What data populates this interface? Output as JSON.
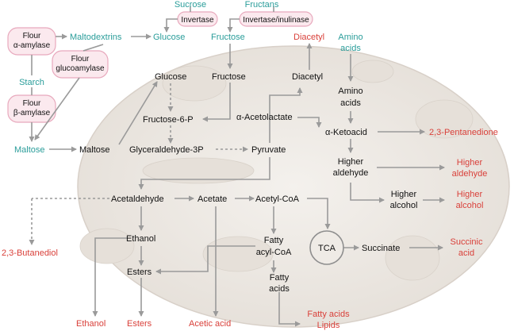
{
  "external": {
    "sucrose": "Sucrose",
    "fructans": "Fructans",
    "maltodextrins": "Maltodextrins",
    "glucose_out": "Glucose",
    "fructose_out": "Fructose",
    "starch": "Starch",
    "maltose_out": "Maltose",
    "amino_acids_out": [
      "Amino",
      "acids"
    ]
  },
  "enzymes": {
    "invertase": "Invertase",
    "inulinase": "Invertase/inulinase",
    "flour_alpha": [
      "Flour",
      "α-amylase"
    ],
    "flour_gluco": [
      "Flour",
      "glucoamylase"
    ],
    "flour_beta": [
      "Flour",
      "β-amylase"
    ]
  },
  "cell": {
    "glucose": "Glucose",
    "fructose": "Fructose",
    "diacetyl": "Diacetyl",
    "amino_acids": [
      "Amino",
      "acids"
    ],
    "fructose6p": "Fructose-6-P",
    "acetolactate": "α-Acetolactate",
    "maltose": "Maltose",
    "ketoacid": "α-Ketoacid",
    "glyceraldehyde": "Glyceraldehyde-3P",
    "pyruvate": "Pyruvate",
    "higher_aldehyde": [
      "Higher",
      "aldehyde"
    ],
    "acetaldehyde": "Acetaldehyde",
    "acetate": "Acetate",
    "acetylcoa": "Acetyl-CoA",
    "higher_alcohol": [
      "Higher",
      "alcohol"
    ],
    "ethanol": "Ethanol",
    "fatty_acylcoa": [
      "Fatty",
      "acyl-CoA"
    ],
    "tca": "TCA",
    "succinate": "Succinate",
    "esters": "Esters",
    "fatty_acids": [
      "Fatty",
      "acids"
    ]
  },
  "products": {
    "diacetyl": "Diacetyl",
    "pentanedione": "2,3-Pentanedione",
    "higher_aldehyde": [
      "Higher",
      "aldehyde"
    ],
    "higher_alcohol": [
      "Higher",
      "alcohol"
    ],
    "butanediol": "2,3-Butanediol",
    "succinic": [
      "Succinic",
      "acid"
    ],
    "ethanol": "Ethanol",
    "esters": "Esters",
    "acetic": "Acetic acid",
    "fatty_lipids": [
      "Fatty acids",
      "Lipids"
    ]
  },
  "colors": {
    "teal": "#2a9d9a",
    "red": "#d9403a",
    "cell": "#ece7e1",
    "arrow": "#9a9a9a"
  }
}
